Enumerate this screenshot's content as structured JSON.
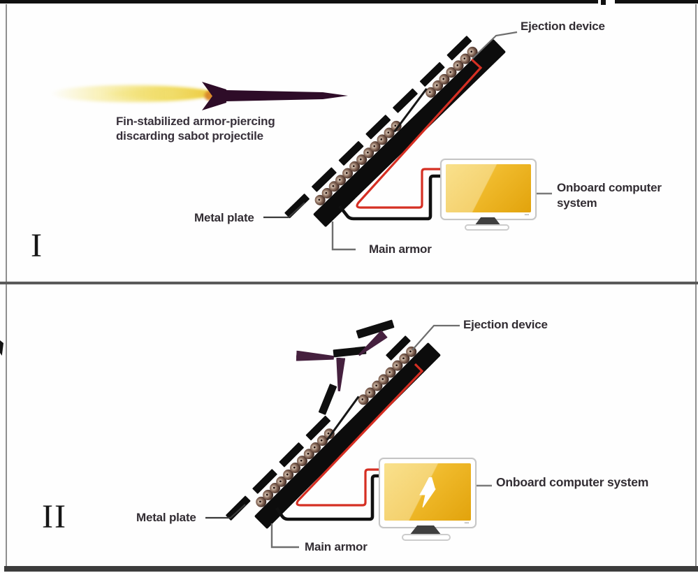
{
  "diagram": {
    "description_colors": {
      "wire_red": "#d52f23",
      "wire_black": "#101010",
      "armor_black": "#0c0c0c",
      "screen_yellow": "#efb92a",
      "projectile_purple": "#2e0c28",
      "fragment_purple": "#45203e",
      "ball_brown": "#7c5f52",
      "leader_gray": "#6e6e6e"
    }
  },
  "panel1": {
    "numeral": "I",
    "projectile_label_line1": "Fin-stabilized armor-piercing",
    "projectile_label_line2": "discarding sabot projectile",
    "ejection_label": "Ejection device",
    "metal_plate_label": "Metal plate",
    "main_armor_label": "Main armor",
    "onboard_label_line1": "Onboard computer",
    "onboard_label_line2": "system"
  },
  "panel2": {
    "numeral": "II",
    "ejection_label": "Ejection device",
    "metal_plate_label": "Metal plate",
    "main_armor_label": "Main armor",
    "onboard_label": "Onboard computer system"
  }
}
